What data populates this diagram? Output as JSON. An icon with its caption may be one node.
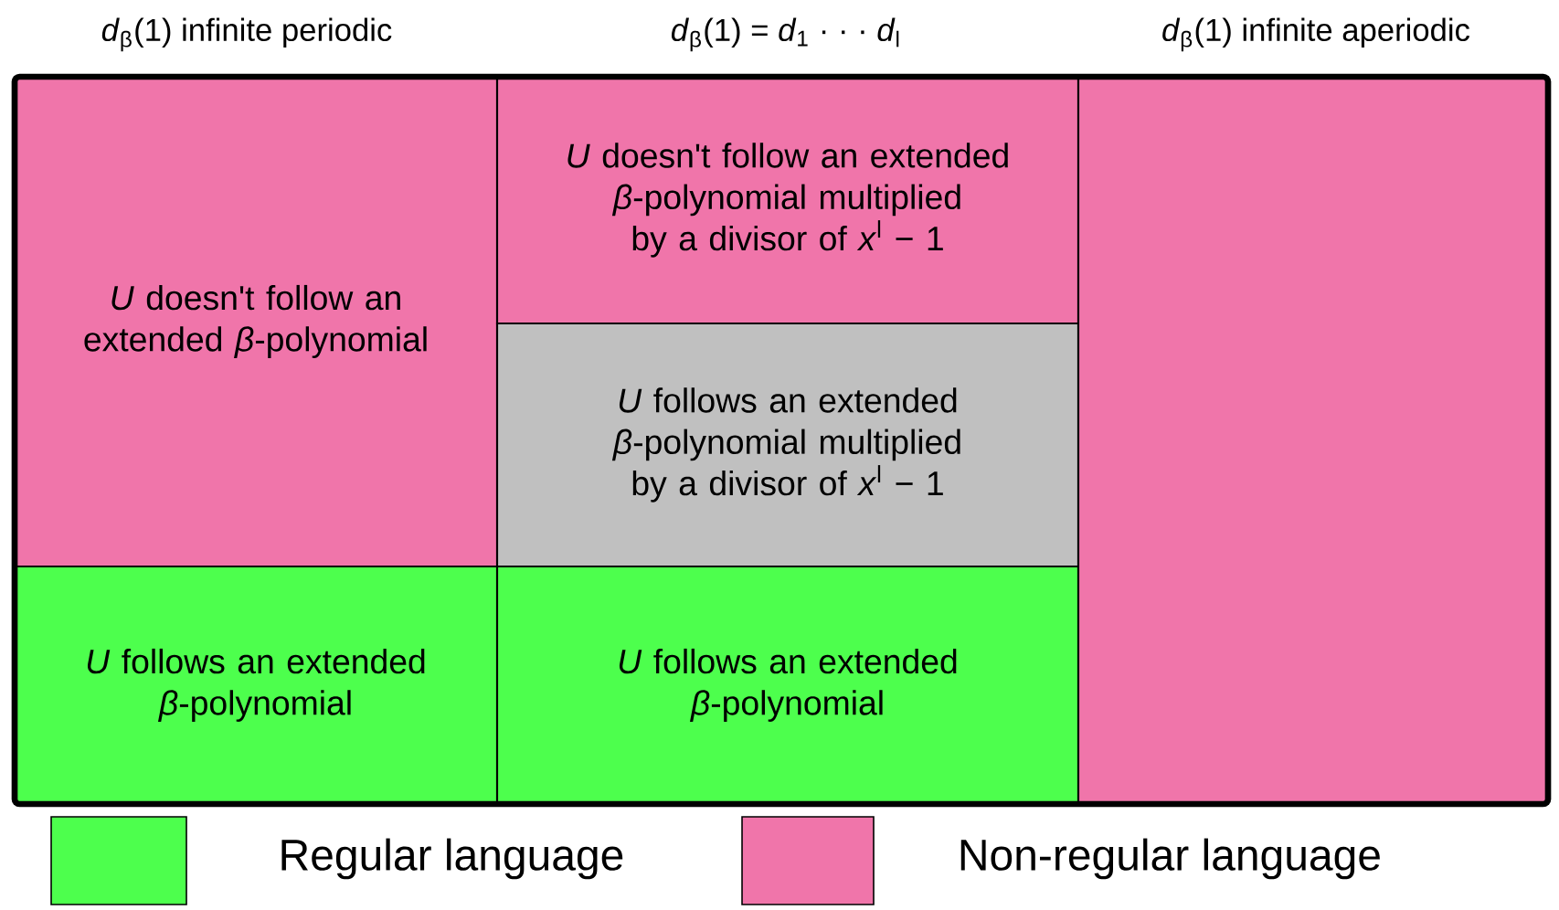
{
  "diagram": {
    "nodes": [
      {
        "text": [
          "*U* doesn't follow an extended *β*-polynomial"
        ]
      },
      {
        "text": [
          "*U* follows an extended *β*-polynomial"
        ]
      },
      {
        "text": [
          "*U* doesn't follow an extended *β*-polynomial multiplied by a divisor of *x*$^{l}$ − 1"
        ]
      },
      {
        "text": [
          "*U* follows an extended *β*-polynomial multiplied by a divisor of *x*$^{l}$ − 1"
        ]
      },
      {
        "text": [
          "*U* follows an extended *β*-polynomial"
        ]
      },
      {
        "text": [],
        "shape": "box"
      }
    ],
    "labels": [
      "*d*$_{β}$(1) infinite periodic",
      "*d*$_{β}$(1) = *d*$_{1}$ · · · *d*$_{l}$",
      "*d*$_{β}$(1) infinite aperiodic"
    ],
    "legend": [
      {
        "text": "Regular language",
        "color": "#4dff4d"
      },
      {
        "text": "Non-regular language",
        "color": "#f075aa"
      }
    ]
  }
}
